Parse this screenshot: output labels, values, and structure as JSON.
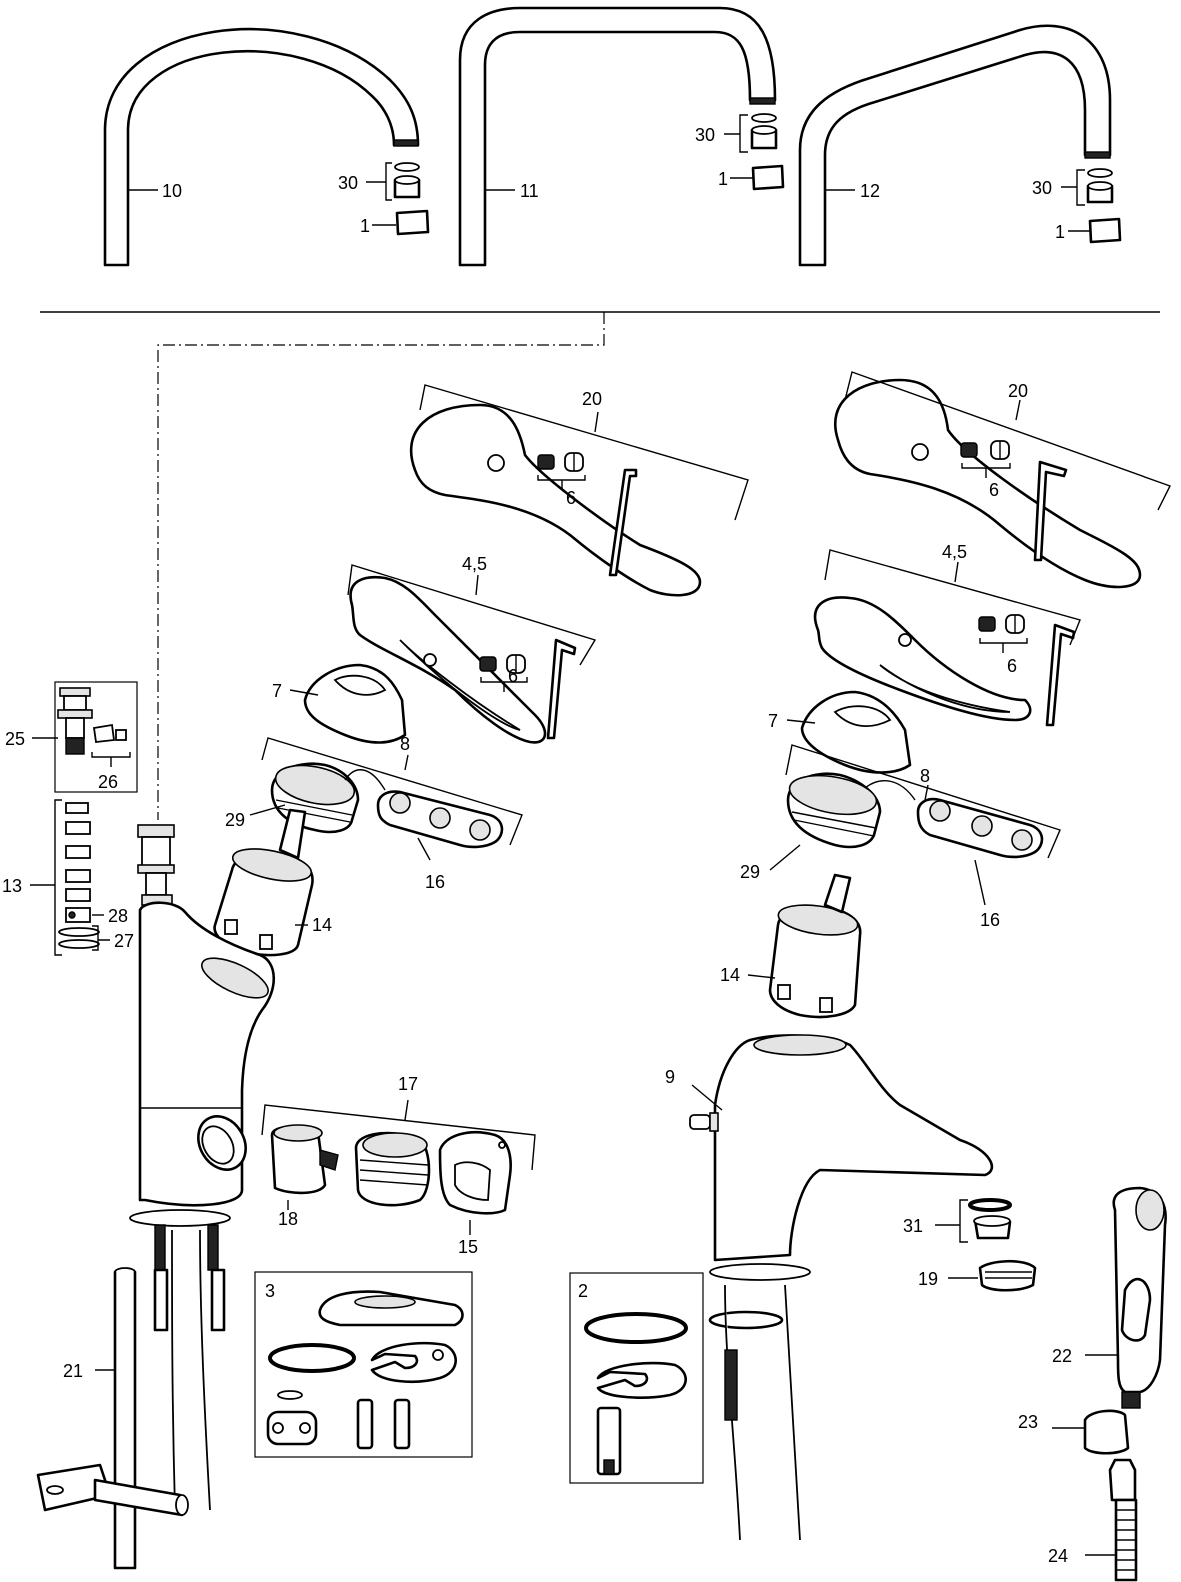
{
  "callouts": {
    "p10": "10",
    "p11": "11",
    "p12": "12",
    "p30a": "30",
    "p30b": "30",
    "p30c": "30",
    "p1a": "1",
    "p1b": "1",
    "p1c": "1",
    "p20a": "20",
    "p20b": "20",
    "p6a": "6",
    "p6b": "6",
    "p6c": "6",
    "p6d": "6",
    "p45a": "4,5",
    "p45b": "4,5",
    "p7a": "7",
    "p7b": "7",
    "p8a": "8",
    "p8b": "8",
    "p29a": "29",
    "p29b": "29",
    "p16a": "16",
    "p16b": "16",
    "p14a": "14",
    "p14b": "14",
    "p25": "25",
    "p26": "26",
    "p13": "13",
    "p28": "28",
    "p27": "27",
    "p17": "17",
    "p18": "18",
    "p15": "15",
    "p9": "9",
    "p31": "31",
    "p19": "19",
    "p3": "3",
    "p2": "2",
    "p21": "21",
    "p22": "22",
    "p23": "23",
    "p24": "24"
  }
}
